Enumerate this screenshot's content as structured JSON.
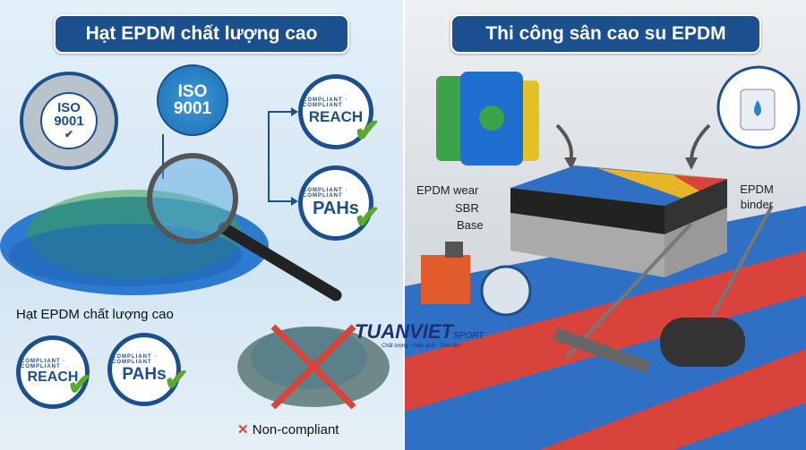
{
  "left_panel": {
    "title": "Hạt EPDM chất lượng cao",
    "iso_photo": {
      "line1": "ISO",
      "line2": "9001"
    },
    "iso_granules": {
      "line1": "ISO",
      "line2": "9001"
    },
    "badge_reach": {
      "ring": "COMPLIANT · COMPLIANT",
      "label": "REACH"
    },
    "badge_pahs": {
      "ring": "COMPLIANT · COMPLIANT",
      "label": "PAHs"
    },
    "caption": "Hạt EPDM chất lượng cao",
    "bottom_badge_reach": {
      "ring": "COMPLIANT · COMPLIANT",
      "label": "REACH"
    },
    "bottom_badge_pahs": {
      "ring": "COMPLIANT · COMPLIANT",
      "label": "PAHs"
    },
    "non_compliant": "Non-compliant"
  },
  "right_panel": {
    "title": "Thi công sân cao su EPDM",
    "layers": {
      "wear": "EPDM wear",
      "sbr": "SBR",
      "base": "Base",
      "binder": "EPDM binder"
    }
  },
  "logo": {
    "name": "TUANVIET",
    "suffix": "SPORT",
    "tagline": "Chất lượng - Hiệu quả - Tâm tâm"
  },
  "colors": {
    "brand_blue": "#1c4f8e",
    "check_green": "#5aa92d",
    "track_red": "#d8443c",
    "track_blue": "#2f6fc4"
  }
}
